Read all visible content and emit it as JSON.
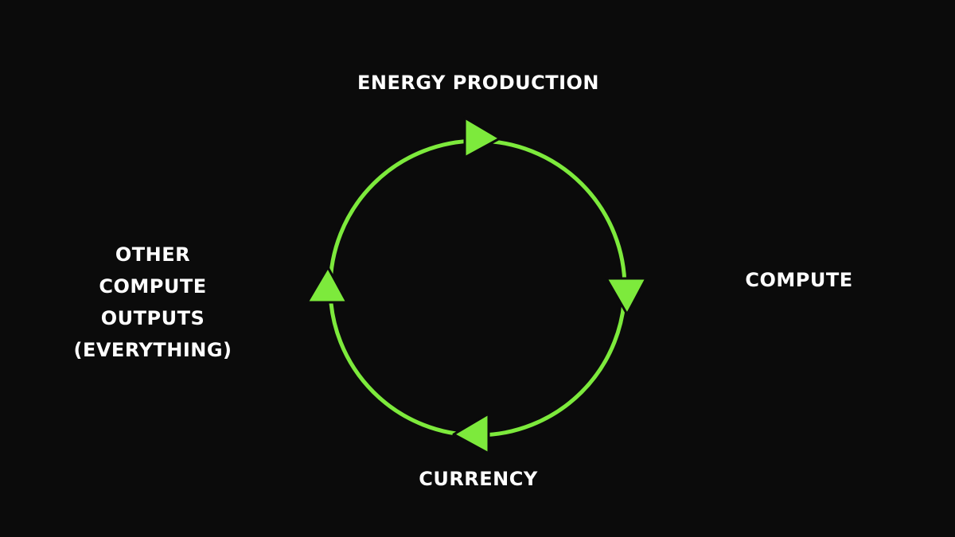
{
  "diagram": {
    "type": "cycle",
    "accent_color": "#7dea3c",
    "arrow_outline_color": "#0b0b0b",
    "background_color": "#0b0b0b",
    "text_color": "#ffffff",
    "nodes": {
      "top": "ENERGY PRODUCTION",
      "right": "COMPUTE",
      "bottom": "CURRENCY",
      "left": [
        "OTHER",
        "COMPUTE",
        "OUTPUTS",
        "(EVERYTHING)"
      ]
    },
    "flow": [
      "ENERGY PRODUCTION",
      "COMPUTE",
      "CURRENCY",
      "OTHER COMPUTE OUTPUTS (EVERYTHING)"
    ],
    "direction": "clockwise"
  }
}
